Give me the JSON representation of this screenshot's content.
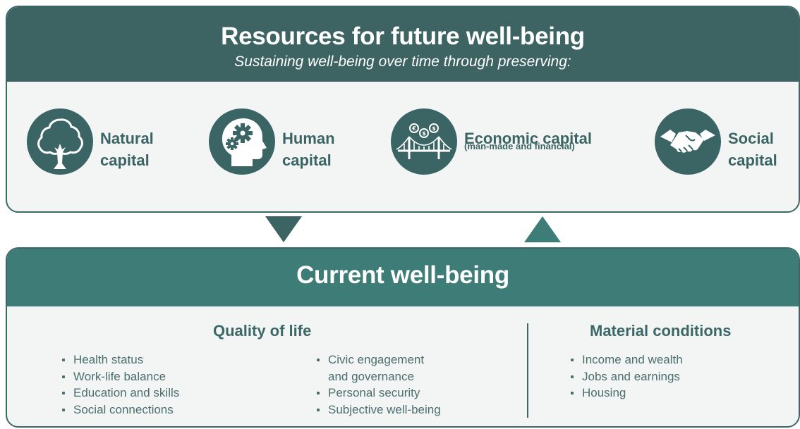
{
  "resources": {
    "title": "Resources for future well-being",
    "subtitle": "Sustaining well-being over time through preserving:",
    "capitals": [
      {
        "line1": "Natural",
        "line2": "capital",
        "icon": "tree-icon"
      },
      {
        "line1": "Human",
        "line2": "capital",
        "icon": "head-gears-icon"
      },
      {
        "line1": "Economic capital",
        "line2": "(man-made and financial)",
        "icon": "bridge-coins-icon"
      },
      {
        "line1": "Social",
        "line2": "capital",
        "icon": "handshake-icon"
      }
    ]
  },
  "current": {
    "title": "Current well-being",
    "quality_of_life": {
      "title": "Quality of life",
      "col1": [
        "Health status",
        "Work-life balance",
        "Education and skills",
        "Social connections"
      ],
      "col2": [
        "Civic engagement",
        "and governance",
        "Personal security",
        "Subjective well-being"
      ]
    },
    "material_conditions": {
      "title": "Material conditions",
      "items": [
        "Income and wealth",
        "Jobs and earnings",
        "Housing"
      ]
    }
  },
  "colors": {
    "dark_teal": "#3d6463",
    "teal": "#3d7c77",
    "panel_bg": "#f3f5f5"
  }
}
